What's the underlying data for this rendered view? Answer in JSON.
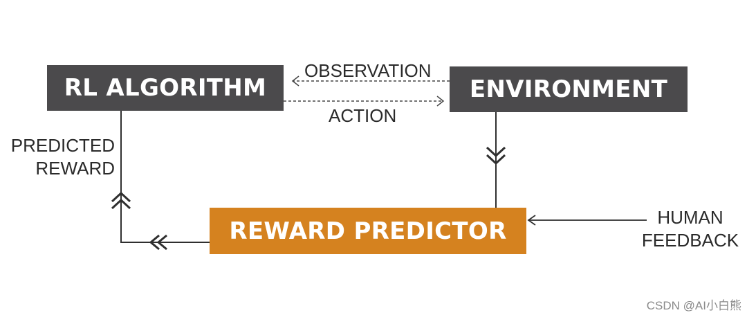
{
  "nodes": {
    "rl_algorithm": "RL ALGORITHM",
    "environment": "ENVIRONMENT",
    "reward_predictor": "REWARD PREDICTOR"
  },
  "edges": {
    "observation": "OBSERVATION",
    "action": "ACTION",
    "predicted_reward_line1": "PREDICTED",
    "predicted_reward_line2": "REWARD",
    "human_feedback_line1": "HUMAN",
    "human_feedback_line2": "FEEDBACK"
  },
  "watermark": "CSDN @AI小白熊",
  "colors": {
    "box_dark": "#4b4a4c",
    "box_orange": "#d5821f",
    "line": "#3a3a3a",
    "text": "#2a2a2a"
  }
}
